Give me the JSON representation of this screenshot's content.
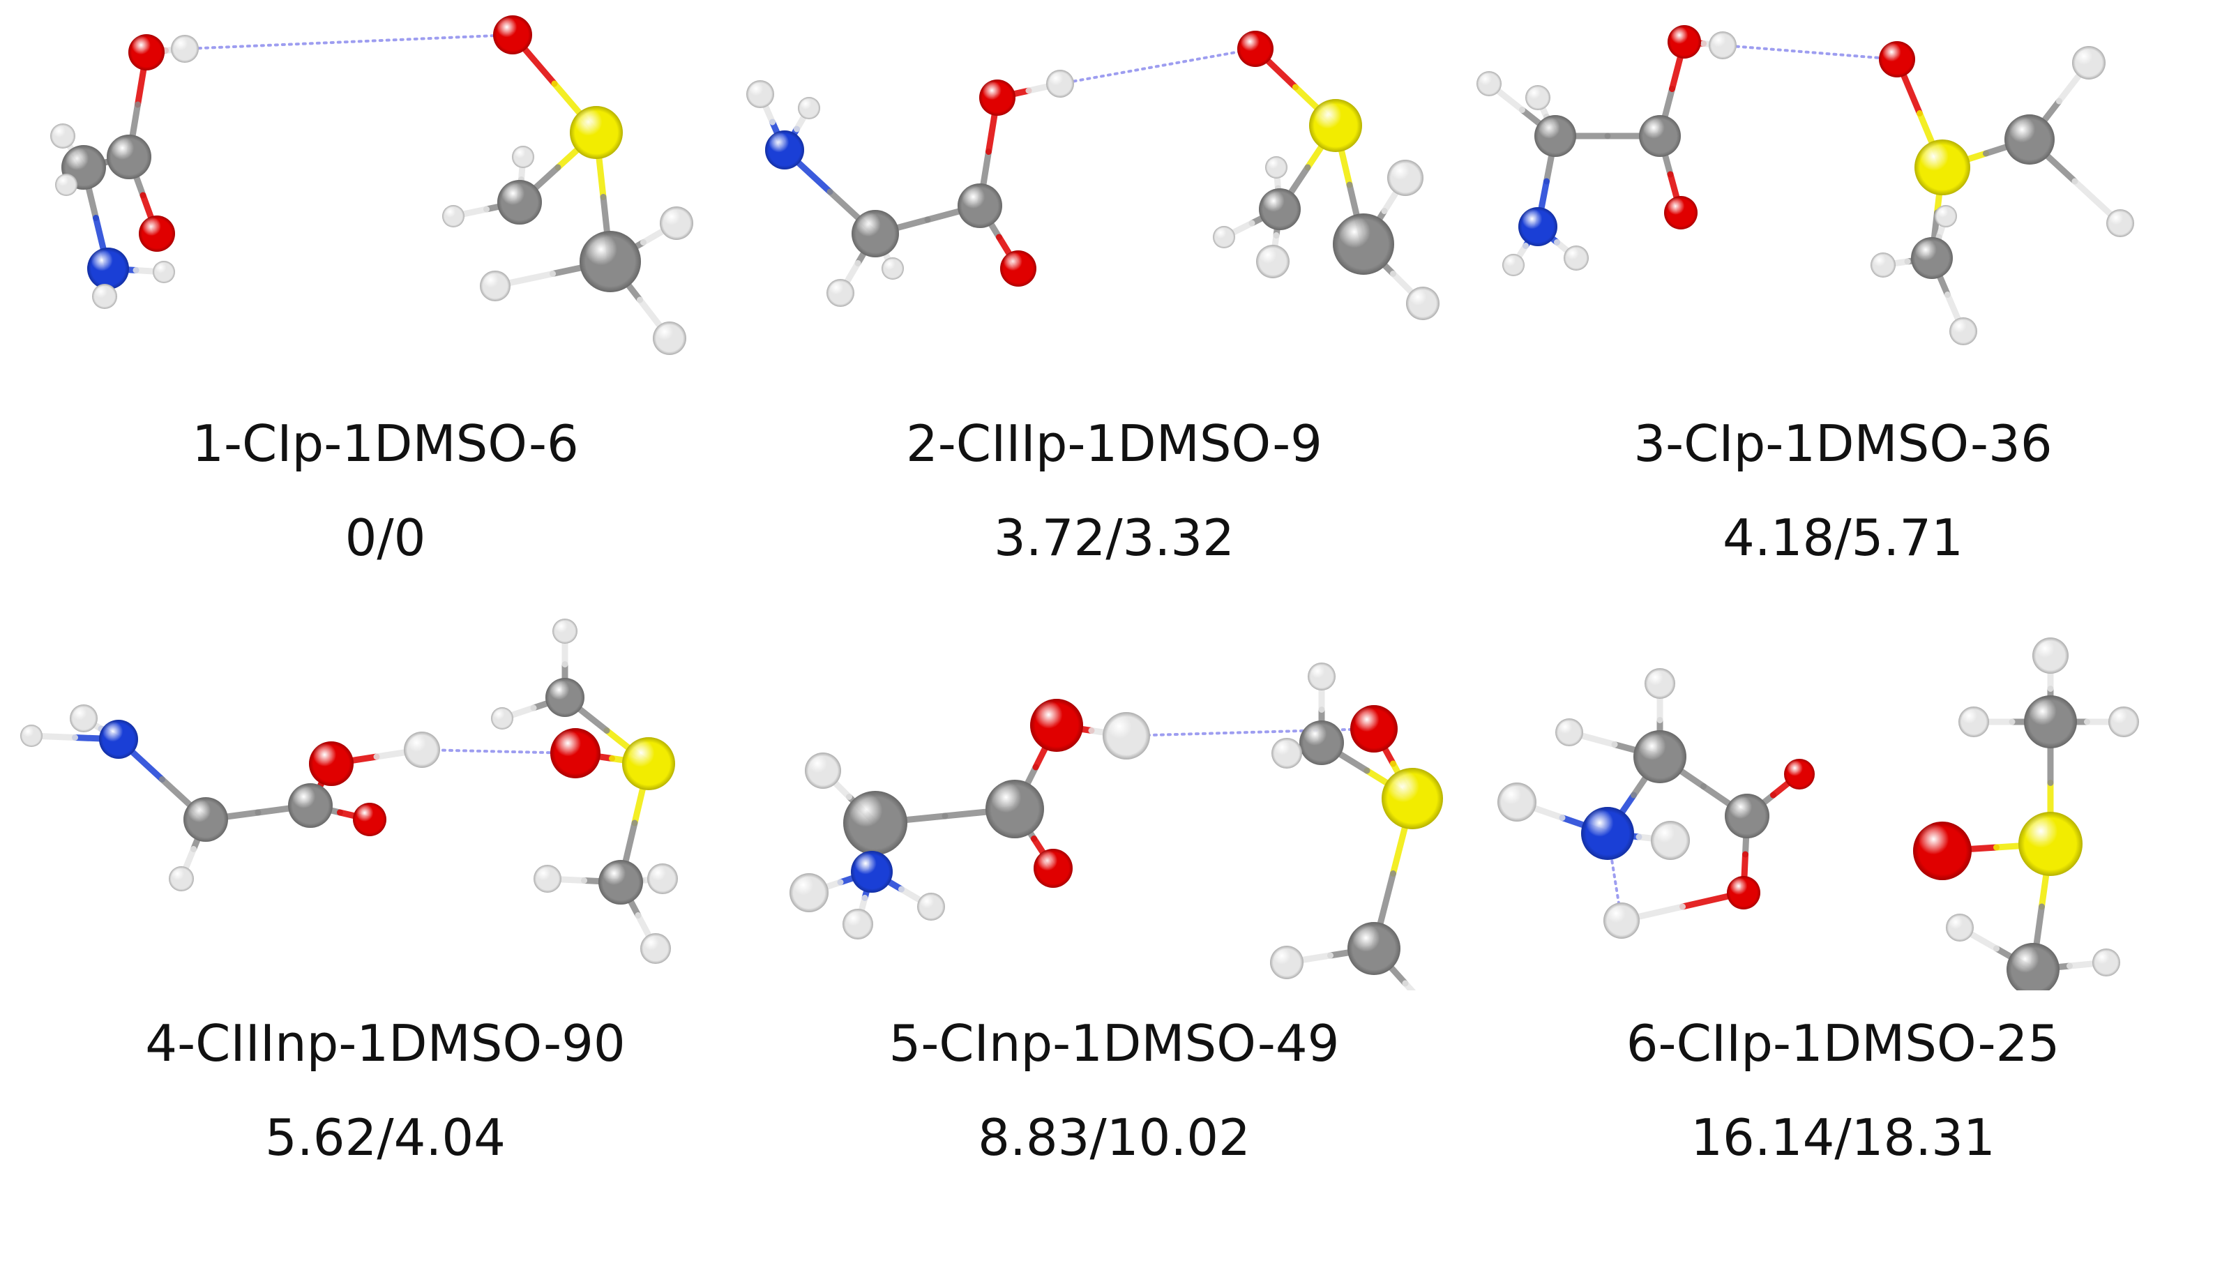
{
  "figure": {
    "panels": [
      {
        "label": "1-CIp-1DMSO-6",
        "energy": "0/0"
      },
      {
        "label": "2-CIIIp-1DMSO-9",
        "energy": "3.72/3.32"
      },
      {
        "label": "3-CIp-1DMSO-36",
        "energy": "4.18/5.71"
      },
      {
        "label": "4-CIIInp-1DMSO-90",
        "energy": "5.62/4.04"
      },
      {
        "label": "5-CInp-1DMSO-49",
        "energy": "8.83/10.02"
      },
      {
        "label": "6-CIIp-1DMSO-25",
        "energy": "16.14/18.31"
      }
    ]
  },
  "colors": {
    "carbon": "#8a8a8a",
    "hydrogen": "#e6e6e6",
    "oxygen": "#e00000",
    "nitrogen": "#1a3fd6",
    "sulfur": "#f2ec00",
    "hbond": "#9d9df0"
  }
}
